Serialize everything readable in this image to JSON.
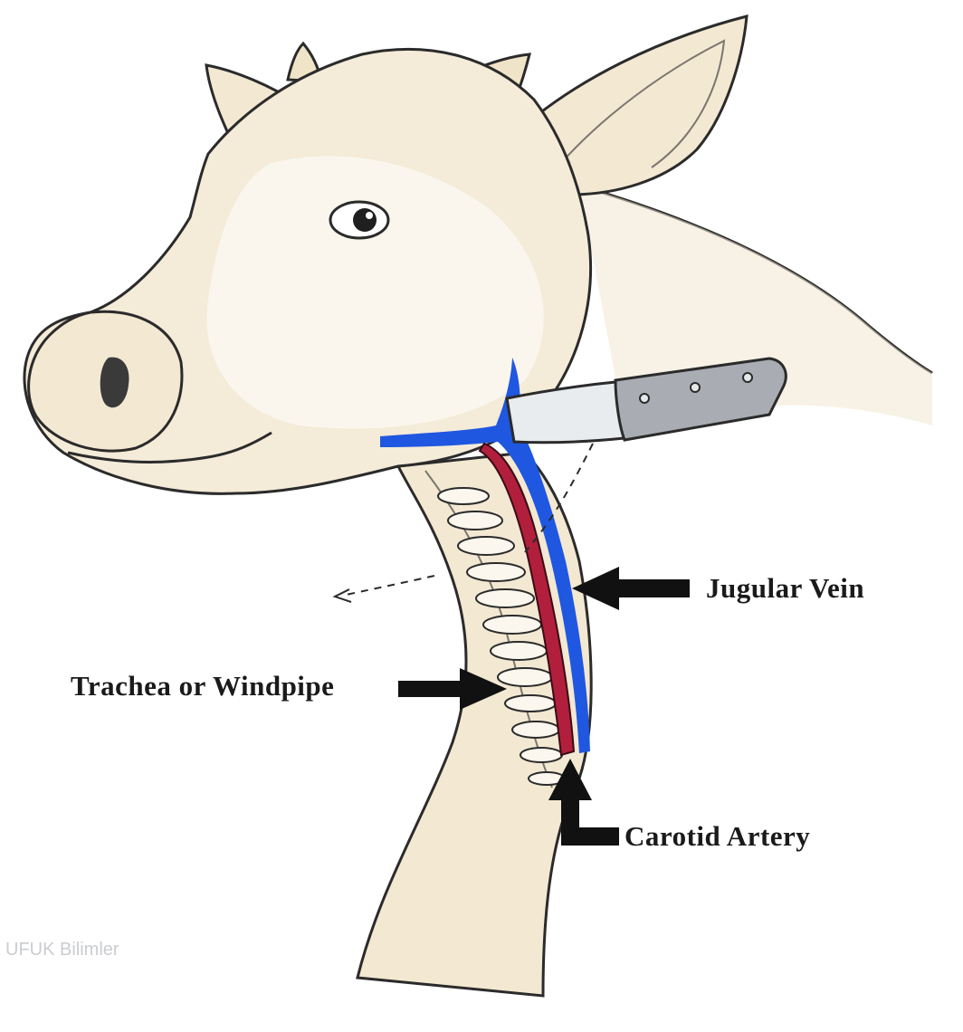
{
  "labels": {
    "jugular": "Jugular Vein",
    "trachea": "Trachea or Windpipe",
    "carotid": "Carotid Artery"
  },
  "watermark": "UFUK Bilimler",
  "colors": {
    "skin": "#f3e8d2",
    "skin_shade": "#e6d6b4",
    "outline": "#2b2b2b",
    "vein": "#1f57e0",
    "artery": "#b21f3c",
    "knife_blade": "#e9ecef",
    "knife_handle": "#a9adb3",
    "arrow": "#111111"
  }
}
